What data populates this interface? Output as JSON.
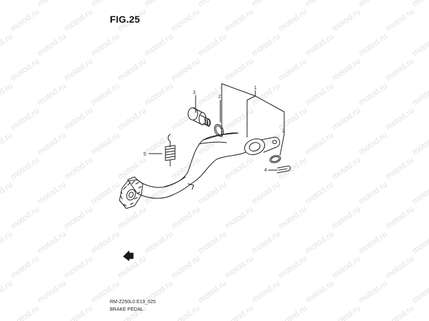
{
  "figure": {
    "title": "FIG.25",
    "drawing_code": "RM-Z250L0 E19_025",
    "caption": "BRAKE PEDAL"
  },
  "callouts": [
    "1",
    "2",
    "2",
    "3",
    "4",
    "5"
  ],
  "watermark": {
    "text": "motod.ru",
    "color": "#e2e2e2"
  },
  "colors": {
    "line": "#1a1a1a",
    "background": "#ffffff"
  }
}
